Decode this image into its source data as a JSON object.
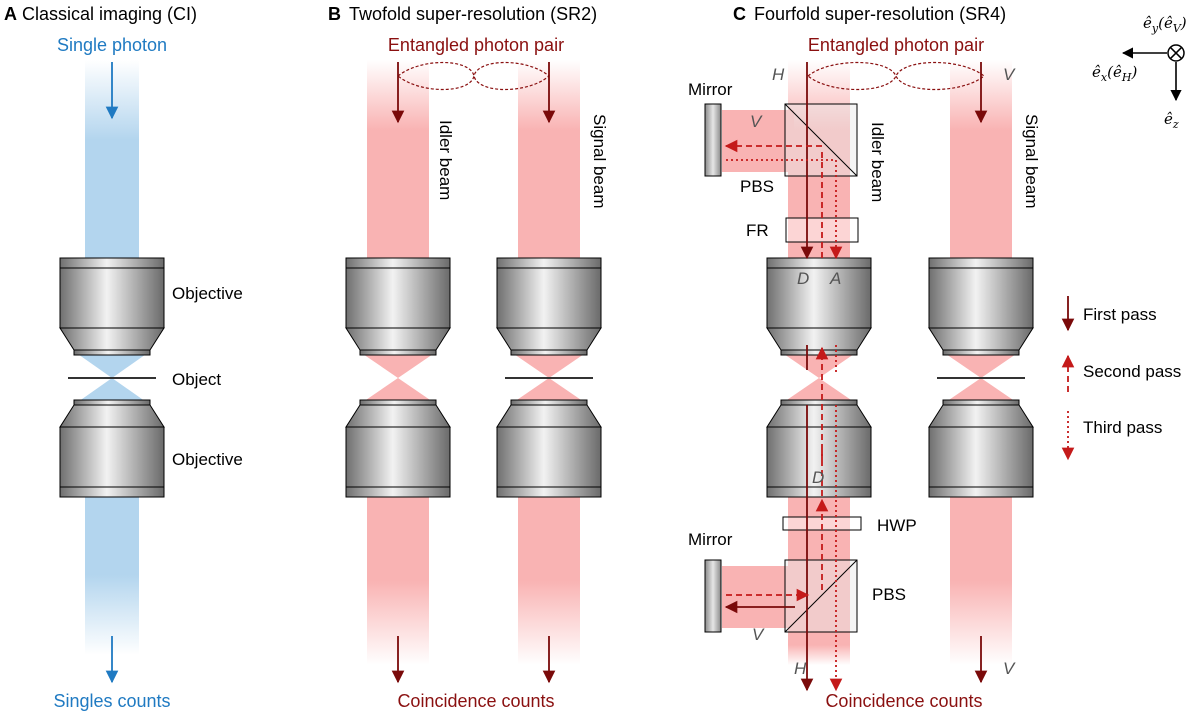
{
  "panels": {
    "a": {
      "letter": "A",
      "title": "Classical imaging (CI)",
      "top_label": "Single photon",
      "bottom_label": "Singles counts",
      "objective_top": "Objective",
      "object": "Object",
      "objective_bottom": "Objective"
    },
    "b": {
      "letter": "B",
      "title": "Twofold super-resolution (SR2)",
      "top_label": "Entangled photon pair",
      "idler": "Idler beam",
      "signal": "Signal beam",
      "bottom_label": "Coincidence counts"
    },
    "c": {
      "letter": "C",
      "title": "Fourfold super-resolution (SR4)",
      "top_label": "Entangled photon pair",
      "mirror_top": "Mirror",
      "pbs_top": "PBS",
      "fr": "FR",
      "idler": "Idler beam",
      "signal": "Signal beam",
      "hwp": "HWP",
      "mirror_bottom": "Mirror",
      "pbs_bottom": "PBS",
      "bottom_label": "Coincidence counts",
      "pol_h_top": "H",
      "pol_v_top": "V",
      "pol_v_mirror_top": "V",
      "pol_d_top": "D",
      "pol_a_top": "A",
      "pol_d_bottom": "D",
      "pol_v_mirror_bottom": "V",
      "pol_h_bottom": "H",
      "pol_v_bottom": "V"
    },
    "axes": {
      "ey_base": "ê",
      "ey_sub": "y",
      "ey_paren": "(ê",
      "ey_paren_sub": "V",
      "ex_base": "ê",
      "ex_sub": "x",
      "ex_paren": "(ê",
      "ex_paren_sub": "H",
      "ez_base": "ê",
      "ez_sub": "z"
    },
    "legend": {
      "first": "First pass",
      "second": "Second pass",
      "third": "Third pass"
    }
  },
  "colors": {
    "blue_beam": "#b3d5ee",
    "blue_text": "#1f7ac2",
    "red_beam": "#f9b3b3",
    "red_text": "#8a1010",
    "dark_red": "#7a0a0a",
    "arrow_red": "#c41a1a"
  },
  "icons": {
    "objective": "objective-lens-icon",
    "mirror": "mirror-icon",
    "pbs": "beam-splitter-icon"
  }
}
